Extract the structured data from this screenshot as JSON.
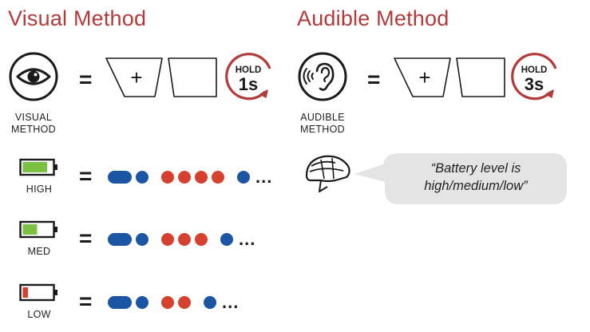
{
  "visual": {
    "heading": "Visual Method",
    "caption": "VISUAL\nMETHOD",
    "eq": "=",
    "hold_label": "HOLD",
    "hold_time": "1s",
    "plus": "+"
  },
  "audible": {
    "heading": "Audible Method",
    "caption": "AUDIBLE\nMETHOD",
    "eq": "=",
    "hold_label": "HOLD",
    "hold_time": "3s",
    "plus": "+",
    "quote": "“Battery level is\nhigh/medium/low”"
  },
  "levels": [
    {
      "label": "HIGH",
      "eq": "=",
      "battery_fill": 0.85,
      "battery_color": "#7cc242",
      "pattern": [
        "pill-blue",
        "dot-blue",
        "gap",
        "dot-red",
        "dot-red",
        "dot-red",
        "dot-red",
        "gap",
        "dot-blue"
      ],
      "ellipsis": "..."
    },
    {
      "label": "MED",
      "eq": "=",
      "battery_fill": 0.5,
      "battery_color": "#7cc242",
      "pattern": [
        "pill-blue",
        "dot-blue",
        "gap",
        "dot-red",
        "dot-red",
        "dot-red",
        "gap",
        "dot-blue"
      ],
      "ellipsis": "..."
    },
    {
      "label": "LOW",
      "eq": "=",
      "battery_fill": 0.18,
      "battery_color": "#d5402f",
      "pattern": [
        "pill-blue",
        "dot-blue",
        "gap",
        "dot-red",
        "dot-red",
        "gap",
        "dot-blue"
      ],
      "ellipsis": "..."
    }
  ],
  "colors": {
    "accent": "#b23a3a",
    "blue_led": "#1c55a4",
    "red_led": "#d5402f",
    "battery_green": "#7cc242",
    "bubble": "#e4e4e4"
  },
  "icons": [
    "eye-icon",
    "ear-icon",
    "helmet-icon",
    "battery-icon",
    "plus-button-icon",
    "blank-button-icon",
    "hold-timer-icon"
  ]
}
